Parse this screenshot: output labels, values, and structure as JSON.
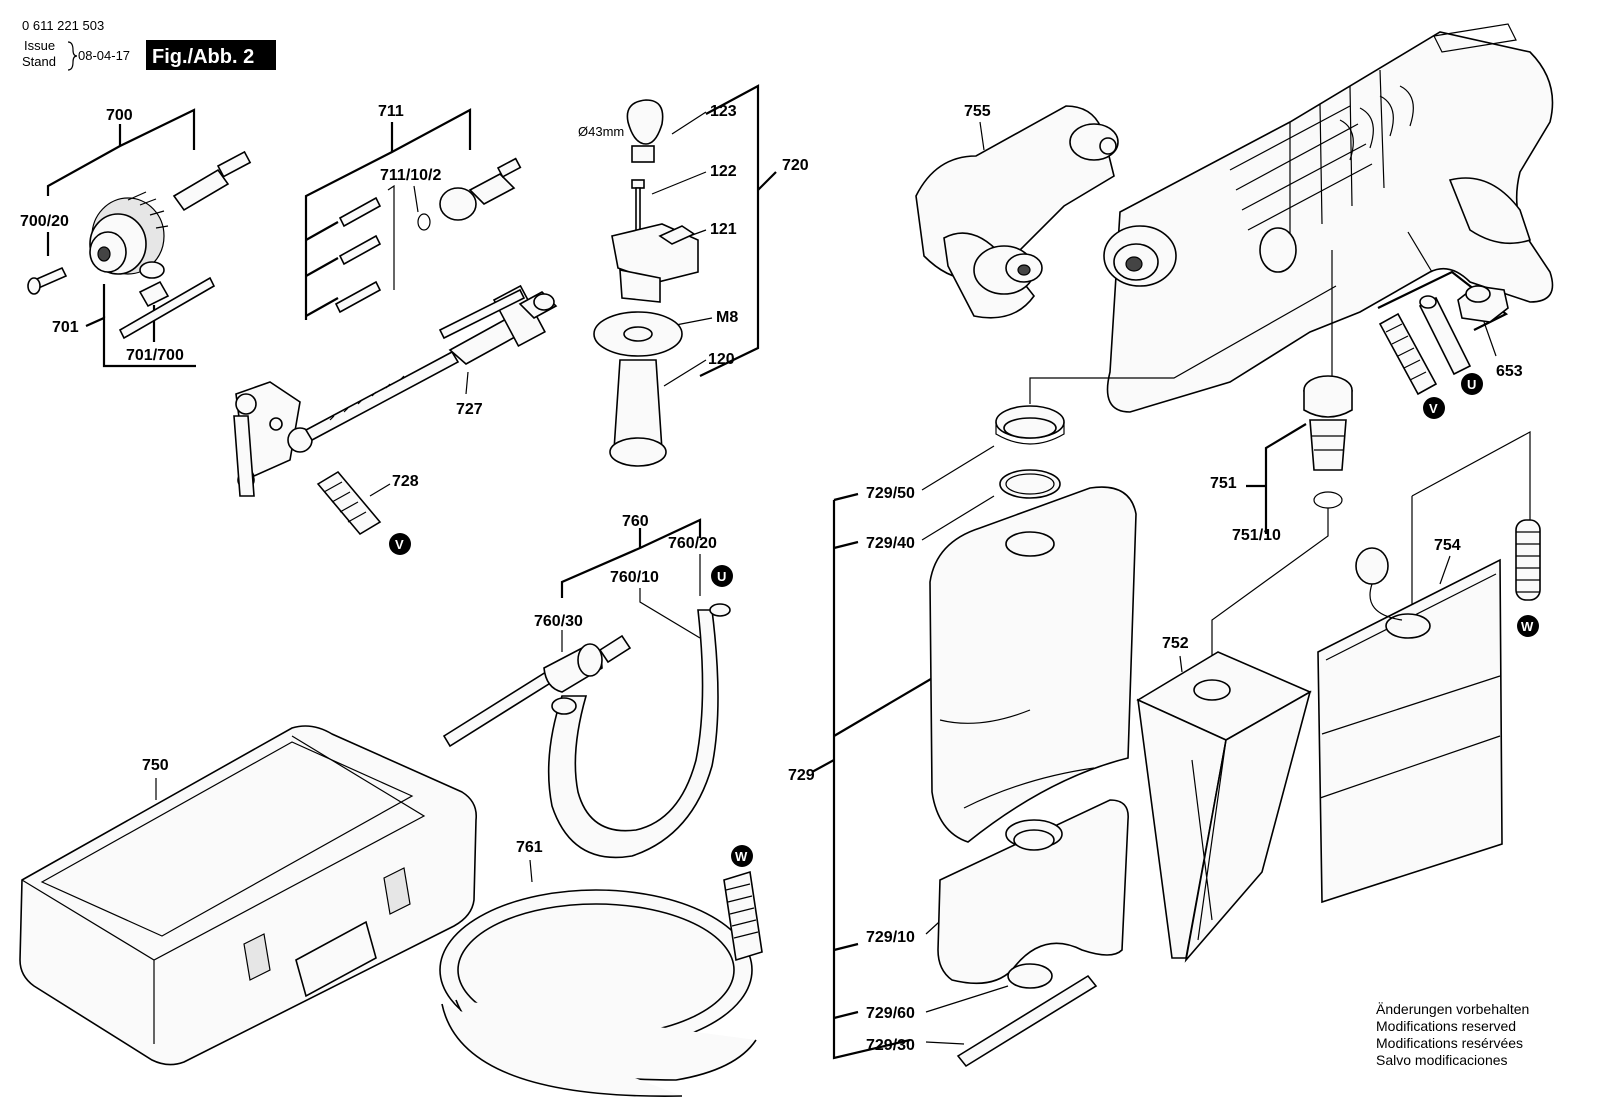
{
  "header": {
    "part_number": "0 611 221 503",
    "issue_label": "Issue",
    "stand_label": "Stand",
    "issue_date": "08-04-17",
    "figure": "Fig./Abb. 2"
  },
  "labels": {
    "p700": "700",
    "p700_20": "700/20",
    "p701": "701",
    "p701_700": "701/700",
    "p711": "711",
    "p711_10_2": "711/10/2",
    "p727": "727",
    "p728": "728",
    "p123": "123",
    "p122": "122",
    "p121": "121",
    "p120": "120",
    "p720": "720",
    "dia43": "Ø43mm",
    "m8": "M8",
    "p755": "755",
    "p653": "653",
    "p751": "751",
    "p751_10": "751/10",
    "p754": "754",
    "p752": "752",
    "p729": "729",
    "p729_50": "729/50",
    "p729_40": "729/40",
    "p729_10": "729/10",
    "p729_60": "729/60",
    "p729_30": "729/30",
    "p760": "760",
    "p760_20": "760/20",
    "p760_10": "760/10",
    "p760_30": "760/30",
    "p750": "750",
    "p761": "761"
  },
  "markers": {
    "u": "U",
    "v": "V",
    "w": "W"
  },
  "notes": [
    "Änderungen vorbehalten",
    "Modifications reserved",
    "Modifications resérvées",
    "Salvo modificaciones"
  ]
}
